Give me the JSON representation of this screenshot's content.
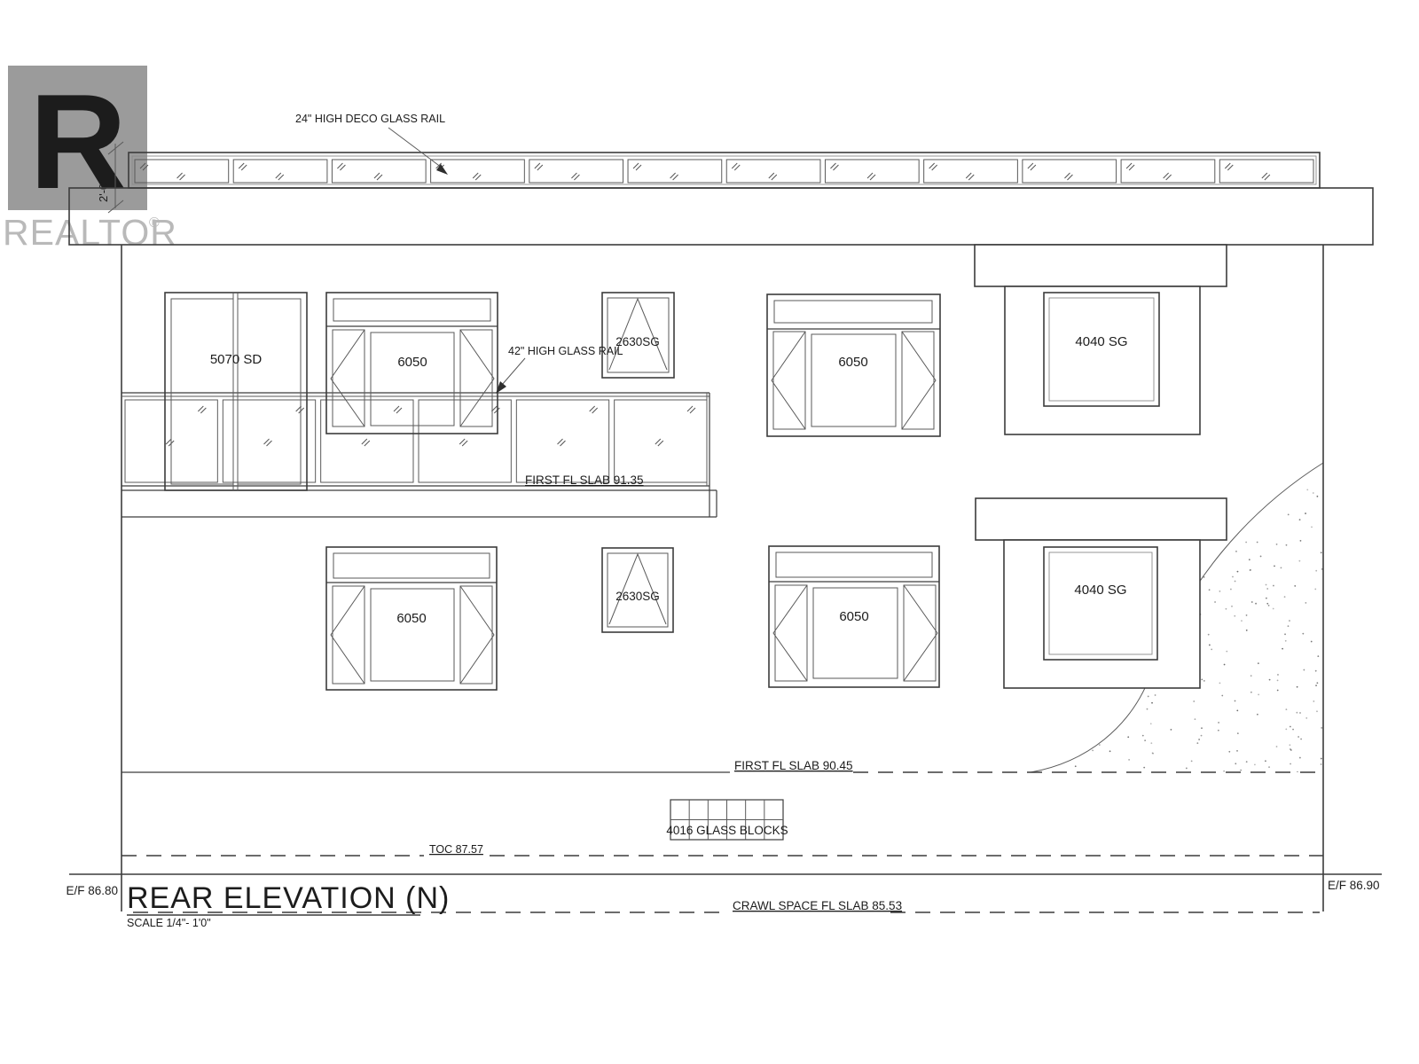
{
  "watermark": {
    "letter": "R",
    "brand": "REALTOR",
    "registered": "®"
  },
  "dimension": {
    "label": "2'-0\""
  },
  "annotations": {
    "deco_rail": "24\" HIGH DECO GLASS RAIL",
    "glass_rail": "42\" HIGH GLASS RAIL"
  },
  "windows": {
    "d5070": "5070 SD",
    "w6050_upper_left": "6050",
    "w2630_upper": "2630SG",
    "w6050_upper_right": "6050",
    "w4040_upper": "4040 SG",
    "w6050_lower_left": "6050",
    "w2630_lower": "2630SG",
    "w6050_lower_right": "6050",
    "w4040_lower": "4040 SG"
  },
  "levels": {
    "first_fl_upper": "FIRST FL SLAB 91.35",
    "first_fl_lower": "FIRST FL SLAB 90.45",
    "glass_blocks": "4016  GLASS BLOCKS",
    "toc": "TOC 87.57",
    "ef_left": "E/F 86.80",
    "ef_right": "E/F 86.90",
    "crawl": "CRAWL SPACE FL SLAB 85.53"
  },
  "title": {
    "main": "REAR ELEVATION (N)",
    "scale": "SCALE 1/4\"- 1'0\""
  },
  "geometry": {
    "deco_rail_panels": 12,
    "glass_rail_panels": 6,
    "glass_block_cols": 6,
    "glass_block_rows": 2,
    "stipple_dots": 320
  }
}
